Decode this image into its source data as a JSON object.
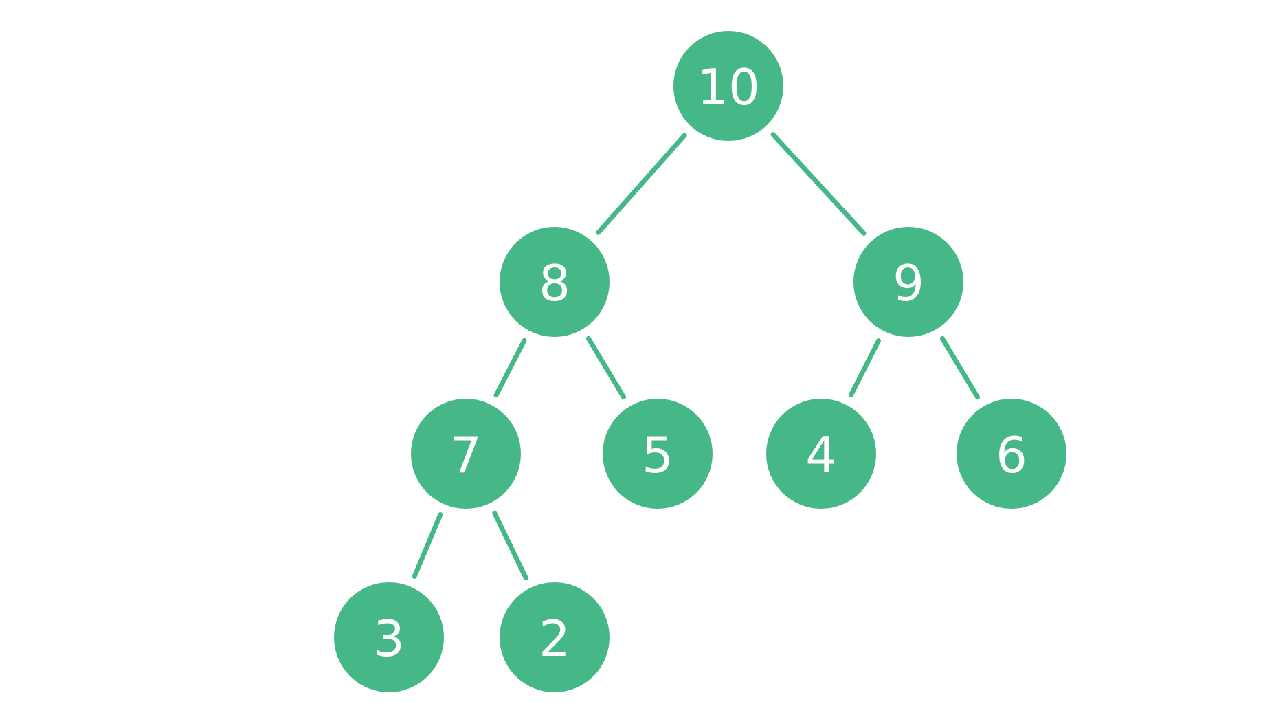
{
  "colors": {
    "node_fill": "#46b787",
    "edge": "#46b787",
    "label": "#ffffff",
    "background": "#ffffff"
  },
  "tree": {
    "nodes": [
      {
        "id": "n10",
        "label": "10"
      },
      {
        "id": "n8",
        "label": "8"
      },
      {
        "id": "n9",
        "label": "9"
      },
      {
        "id": "n7",
        "label": "7"
      },
      {
        "id": "n5",
        "label": "5"
      },
      {
        "id": "n4",
        "label": "4"
      },
      {
        "id": "n6",
        "label": "6"
      },
      {
        "id": "n3",
        "label": "3"
      },
      {
        "id": "n2",
        "label": "2"
      }
    ],
    "edges": [
      {
        "from": "n10",
        "to": "n8"
      },
      {
        "from": "n10",
        "to": "n9"
      },
      {
        "from": "n8",
        "to": "n7"
      },
      {
        "from": "n8",
        "to": "n5"
      },
      {
        "from": "n9",
        "to": "n4"
      },
      {
        "from": "n9",
        "to": "n6"
      },
      {
        "from": "n7",
        "to": "n3"
      },
      {
        "from": "n7",
        "to": "n2"
      }
    ]
  }
}
